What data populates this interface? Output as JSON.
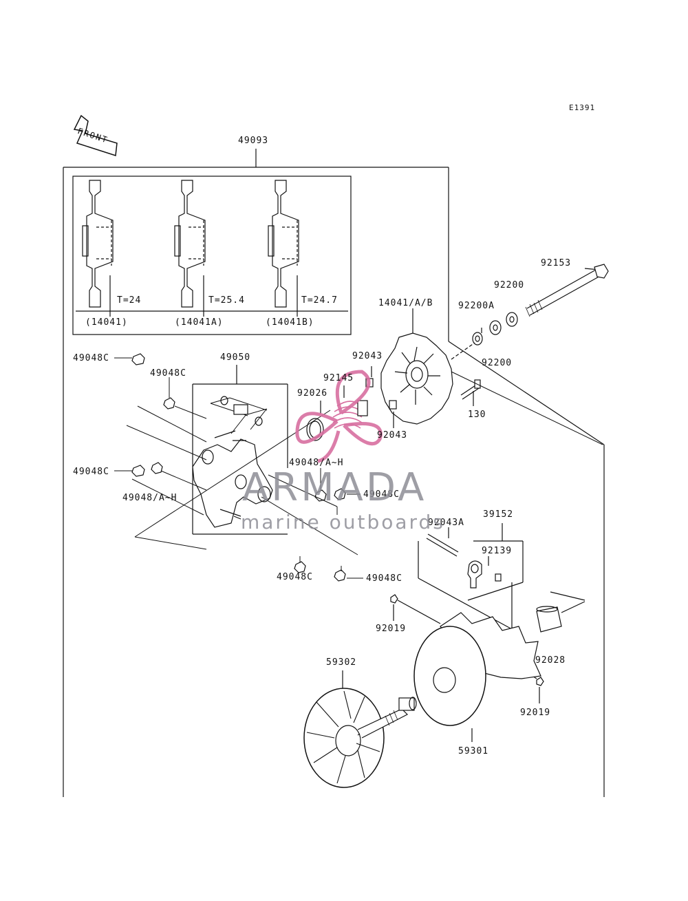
{
  "diagram": {
    "code": "E1391",
    "front_label": "FRONT",
    "thickness_variants": [
      {
        "thickness": "T=24",
        "part": "(14041)"
      },
      {
        "thickness": "T=25.4",
        "part": "(14041A)"
      },
      {
        "thickness": "T=24.7",
        "part": "(14041B)"
      }
    ],
    "parts": {
      "p49093": "49093",
      "p14041ab": "14041/A/B",
      "p92153": "92153",
      "p92200_top": "92200",
      "p92200a": "92200A",
      "p92200_bottom": "92200",
      "p92043_top": "92043",
      "p92145": "92145",
      "p92026": "92026",
      "p92043_mid": "92043",
      "p130": "130",
      "p49048c_tl": "49048C",
      "p49050": "49050",
      "p49048c_l2": "49048C",
      "p49048ah_right": "49048/A~H",
      "p49048c_left": "49048C",
      "p49048c_mid": "49048C",
      "p49048ah_left": "49048/A~H",
      "p92043a": "92043A",
      "p39152": "39152",
      "p92139": "92139",
      "p49048c_low": "49048C",
      "p49048c_low2": "49048C",
      "p92019_left": "92019",
      "p92028": "92028",
      "p59302": "59302",
      "p92019_right": "92019",
      "p59301": "59301"
    }
  },
  "watermark": {
    "title": "ARMADA",
    "subtitle": "marine outboards",
    "color": "#d86fa0"
  }
}
